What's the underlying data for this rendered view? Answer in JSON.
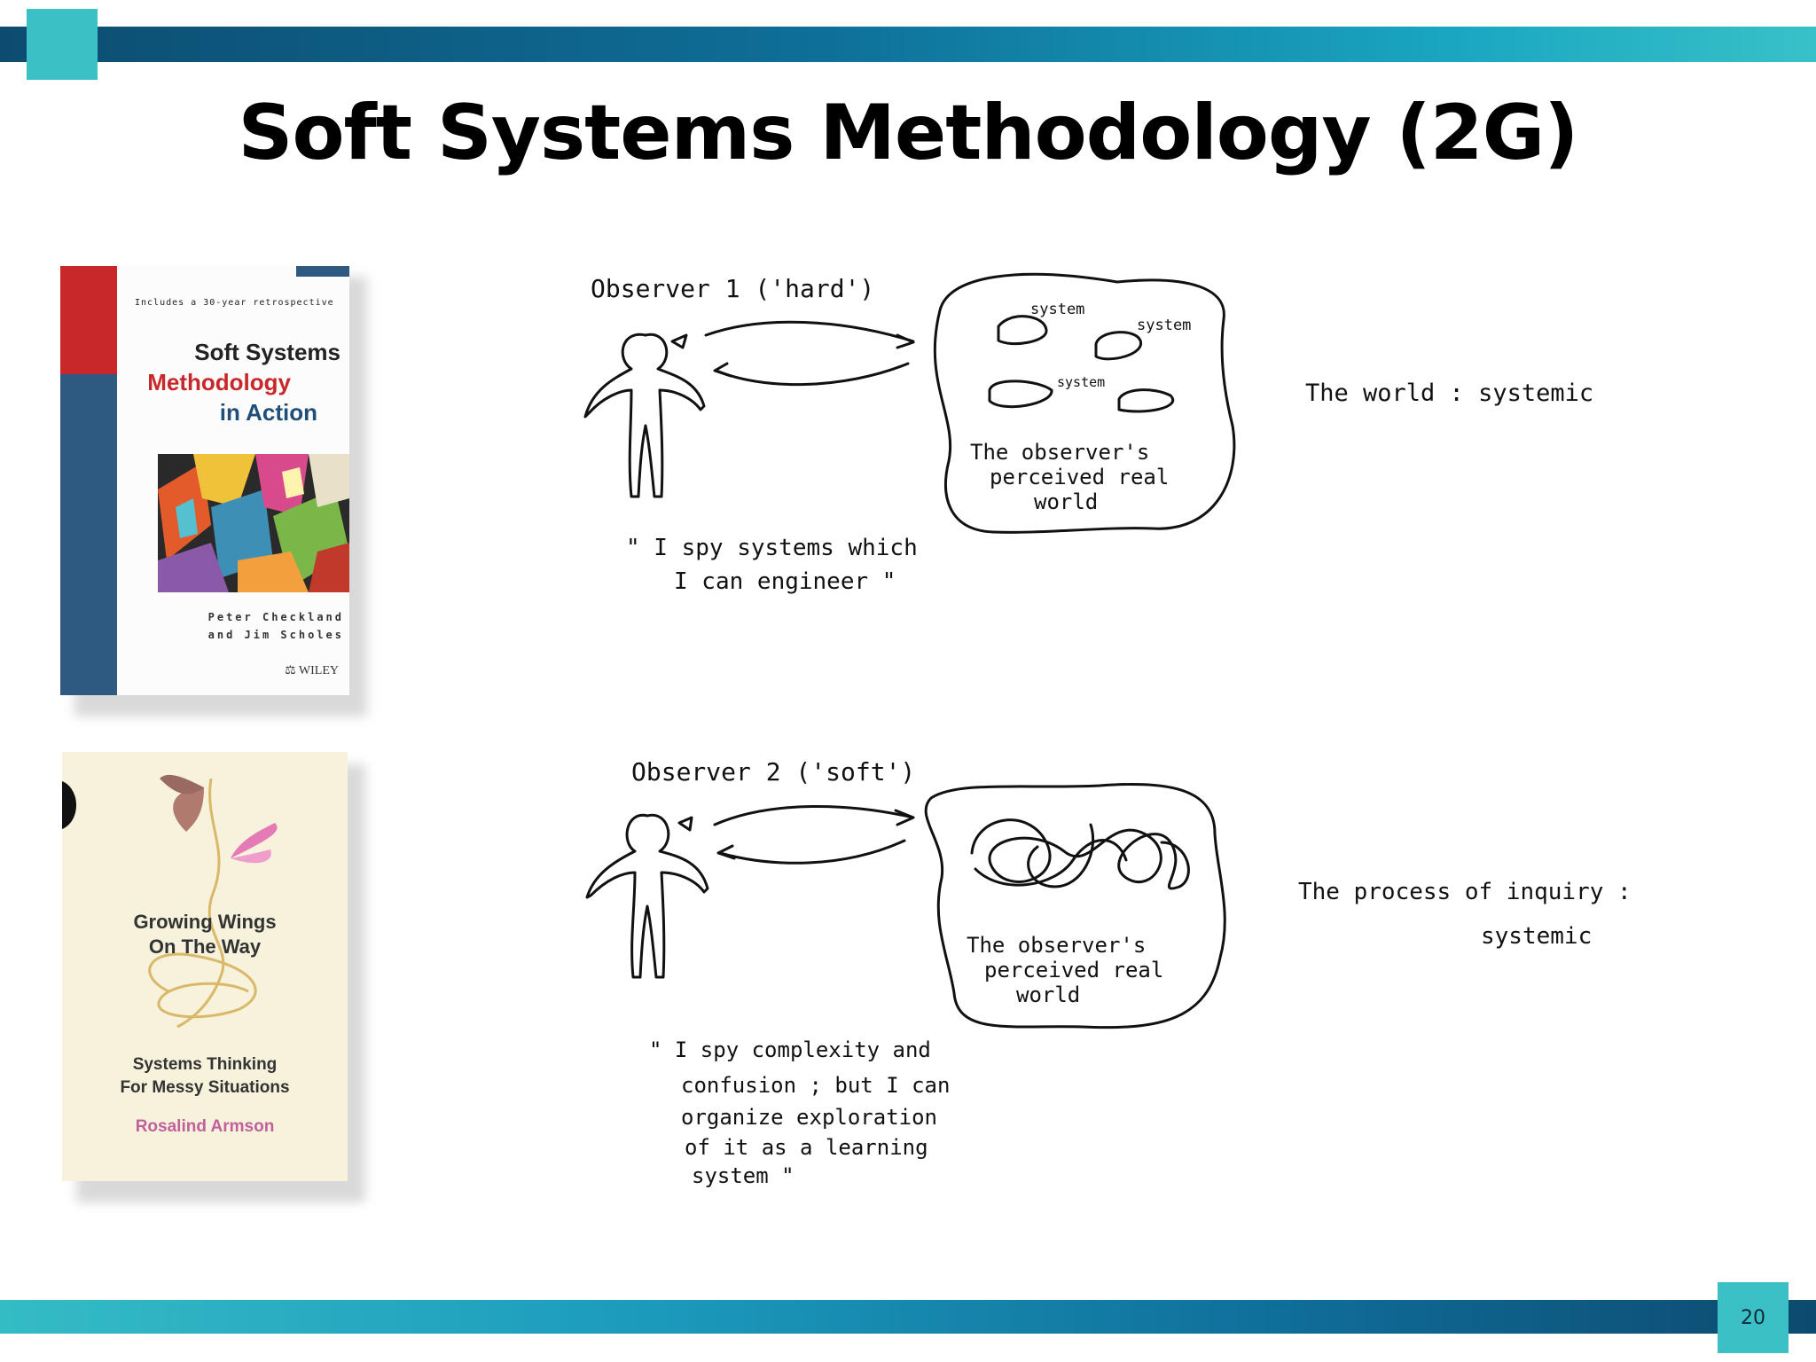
{
  "slide": {
    "title": "Soft Systems Methodology (2G)",
    "page_number": "20"
  },
  "books": {
    "book1": {
      "tagline": "Includes a 30-year retrospective",
      "title_line1": "Soft Systems",
      "title_line2": "Methodology",
      "title_line3": "in Action",
      "authors_line1": "Peter Checkland",
      "authors_line2": "and Jim Scholes",
      "publisher": "WILEY"
    },
    "book2": {
      "title_line1": "Growing Wings",
      "title_line2": "On The Way",
      "subtitle_line1": "Systems Thinking",
      "subtitle_line2": "For Messy Situations",
      "author": "Rosalind Armson"
    }
  },
  "diagram1": {
    "observer_label": "Observer 1 ('hard')",
    "world_items": [
      "system",
      "system",
      "system"
    ],
    "world_caption_line1": "The observer's",
    "world_caption_line2": "perceived  real",
    "world_caption_line3": "world",
    "quote_line1": "\" I spy systems which",
    "quote_line2": "I can engineer \"",
    "side_note": "The world  :  systemic"
  },
  "diagram2": {
    "observer_label": "Observer 2 ('soft')",
    "world_caption_line1": "The observer's",
    "world_caption_line2": "perceived  real",
    "world_caption_line3": "world",
    "quote_line1": "\" I spy complexity and",
    "quote_line2": "confusion ; but I can",
    "quote_line3": "organize exploration",
    "quote_line4": "of it as a learning",
    "quote_line5": "system \"",
    "side_note_line1": "The process  of  inquiry :",
    "side_note_line2": "systemic"
  },
  "colors": {
    "bar_dark": "#0d4c70",
    "bar_light": "#38c1c8",
    "accent_square": "#3bc0c5",
    "book1_red": "#c9282b",
    "book1_navy": "#2e5a82",
    "book2_author": "#c2609e"
  }
}
